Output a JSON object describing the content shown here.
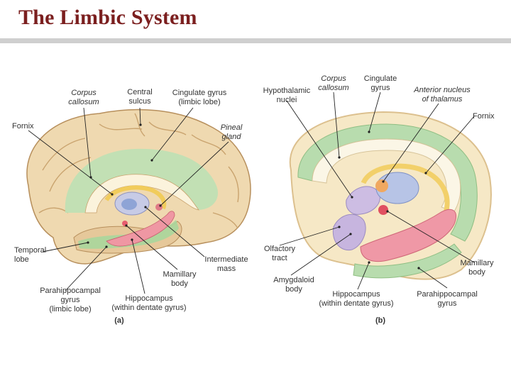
{
  "slide": {
    "title": "The Limbic System"
  },
  "panel_a": {
    "tag": "(a)",
    "labels": {
      "corpus_callosum": [
        "Corpus",
        "callosum"
      ],
      "central_sulcus": [
        "Central",
        "sulcus"
      ],
      "cingulate_gyrus": [
        "Cingulate gyrus",
        "(limbic lobe)"
      ],
      "fornix": [
        "Fornix"
      ],
      "pineal_gland": [
        "Pineal",
        "gland"
      ],
      "temporal_lobe": [
        "Temporal",
        "lobe"
      ],
      "intermediate_mass": [
        "Intermediate",
        "mass"
      ],
      "mamillary_body": [
        "Mamillary",
        "body"
      ],
      "parahippocampal_gyrus": [
        "Parahippocampal",
        "gyrus",
        "(limbic lobe)"
      ],
      "hippocampus": [
        "Hippocampus",
        "(within dentate gyrus)"
      ]
    }
  },
  "panel_b": {
    "tag": "(b)",
    "labels": {
      "hypothalamic_nuclei": [
        "Hypothalamic",
        "nuclei"
      ],
      "corpus_callosum": [
        "Corpus",
        "callosum"
      ],
      "cingulate_gyrus": [
        "Cingulate",
        "gyrus"
      ],
      "anterior_nucleus": [
        "Anterior nucleus",
        "of thalamus"
      ],
      "fornix": [
        "Fornix"
      ],
      "olfactory_tract": [
        "Olfactory",
        "tract"
      ],
      "amygdaloid_body": [
        "Amygdaloid",
        "body"
      ],
      "hippocampus": [
        "Hippocampus",
        "(within dentate gyrus)"
      ],
      "parahippocampal_gyrus": [
        "Parahippocampal",
        "gyrus"
      ],
      "mamillary_body": [
        "Mamillary",
        "body"
      ]
    }
  }
}
